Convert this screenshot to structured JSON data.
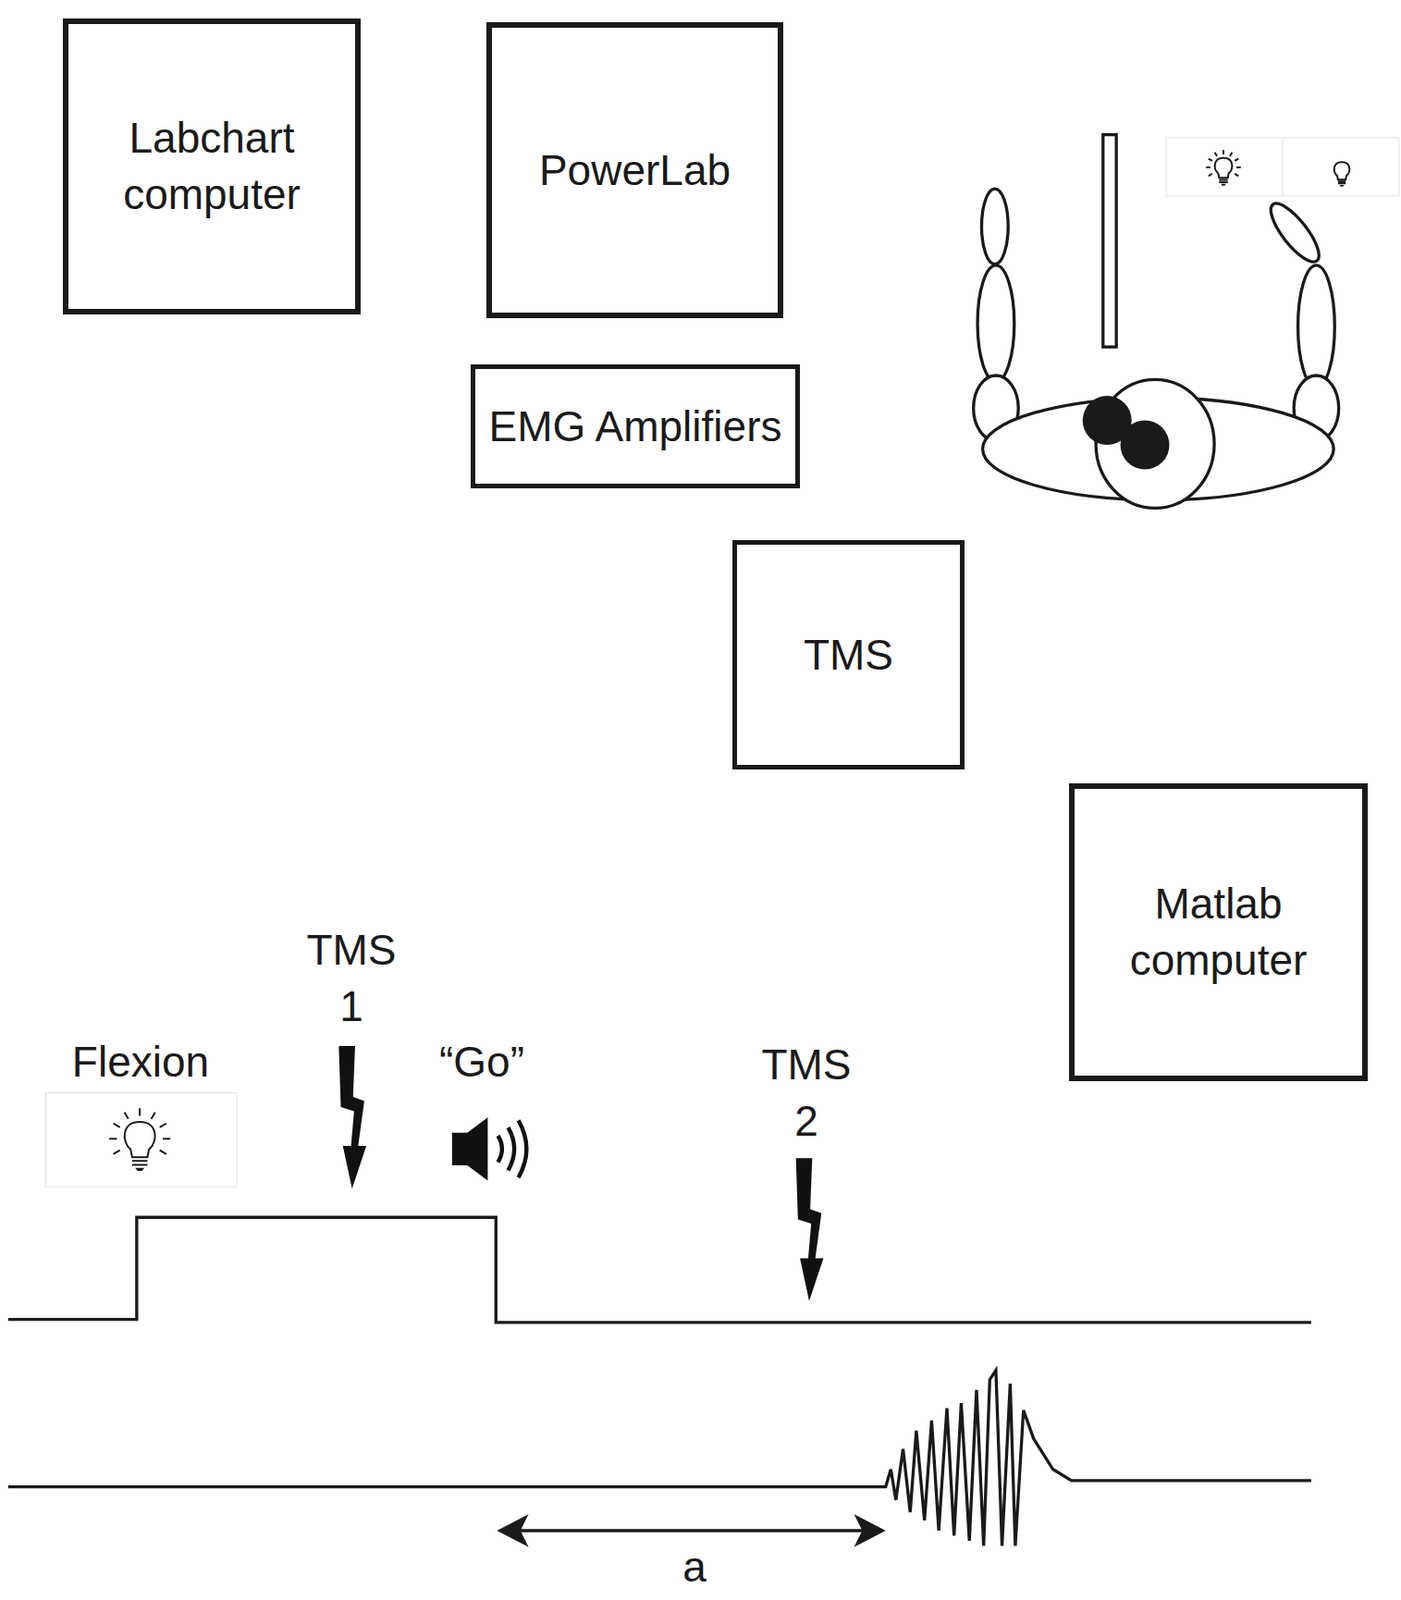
{
  "diagram": {
    "nodes": [
      {
        "text": [
          "Labchart computer"
        ]
      },
      {
        "text": [
          "PowerLab"
        ]
      },
      {
        "text": [
          "EMG Amplifiers"
        ]
      },
      {
        "text": [
          "TMS"
        ]
      },
      {
        "text": [
          "Matlab computer"
        ]
      }
    ],
    "labels": [
      "Flexion",
      "TMS 1",
      "“Go”",
      "TMS 2",
      "a"
    ]
  }
}
